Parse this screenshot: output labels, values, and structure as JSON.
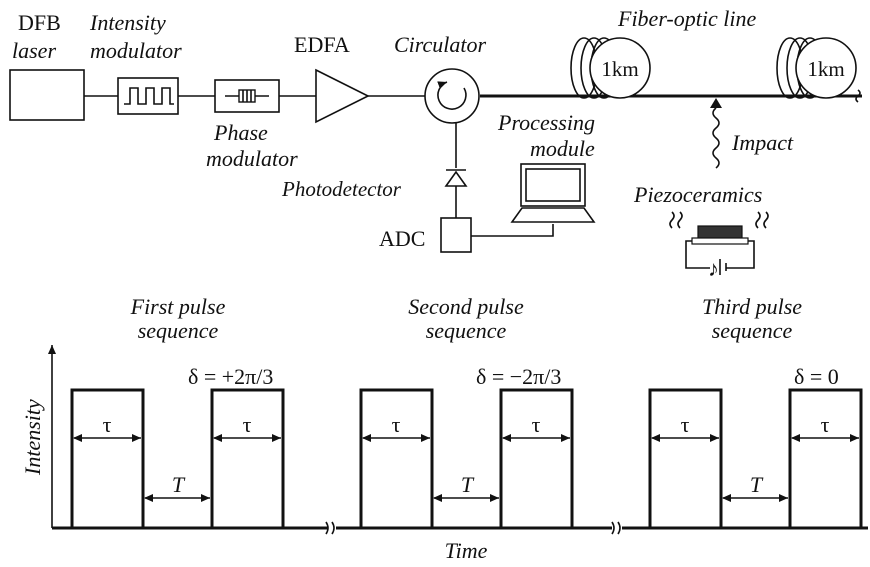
{
  "setup": {
    "dfb_label_line1": "DFB",
    "dfb_label_line2": "laser",
    "intensity_label_line1": "Intensity",
    "intensity_label_line2": "modulator",
    "phase_label_line1": "Phase",
    "phase_label_line2": "modulator",
    "edfa_label": "EDFA",
    "circulator_label": "Circulator",
    "fiber_label": "Fiber-optic line",
    "coil1_label": "1km",
    "coil2_label": "1km",
    "processing_label_line1": "Processing",
    "processing_label_line2": "module",
    "photodetector_label": "Photodetector",
    "adc_label": "ADC",
    "impact_label": "Impact",
    "piezo_label": "Piezoceramics"
  },
  "timing": {
    "y_axis_label": "Intensity",
    "x_axis_label": "Time",
    "sequences": [
      {
        "title_line1": "First pulse",
        "title_line2": "sequence",
        "delta": "δ = +2π/3",
        "tau1": "τ",
        "tau2": "τ",
        "period": "T"
      },
      {
        "title_line1": "Second pulse",
        "title_line2": "sequence",
        "delta": "δ = −2π/3",
        "tau1": "τ",
        "tau2": "τ",
        "period": "T"
      },
      {
        "title_line1": "Third pulse",
        "title_line2": "sequence",
        "delta": "δ = 0",
        "tau1": "τ",
        "tau2": "τ",
        "period": "T"
      }
    ]
  }
}
